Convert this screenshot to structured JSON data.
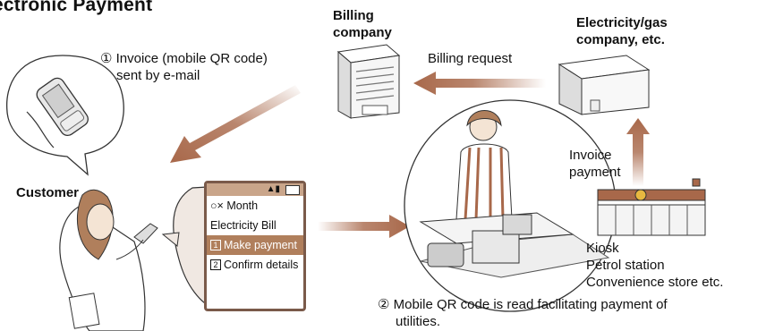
{
  "title": "ectronic Payment",
  "labels": {
    "billing_company": "Billing company",
    "billing_company_l1": "Billing",
    "billing_company_l2": "company",
    "utility_company_l1": "Electricity/gas",
    "utility_company_l2": "company, etc.",
    "billing_request": "Billing request",
    "step1_l1": "① Invoice (mobile QR code)",
    "step1_l2": "sent by e-mail",
    "customer": "Customer",
    "invoice_payment_l1": "Invoice",
    "invoice_payment_l2": "payment",
    "store_l1": "Kiosk",
    "store_l2": "Petrol station",
    "store_l3": "Convenience store etc.",
    "step2_l1": "② Mobile QR code is read facilitating payment of",
    "step2_l2": "utilities."
  },
  "phone_screen": {
    "header": "Month",
    "month_prefix": "○×",
    "bill": "Electricity Bill",
    "item1_num": "1",
    "item1": "Make payment",
    "item2_num": "2",
    "item2": "Confirm details"
  },
  "colors": {
    "arrow": "#a8684a",
    "phone_frame": "#7a5a4a",
    "selected": "#b07f5c"
  }
}
